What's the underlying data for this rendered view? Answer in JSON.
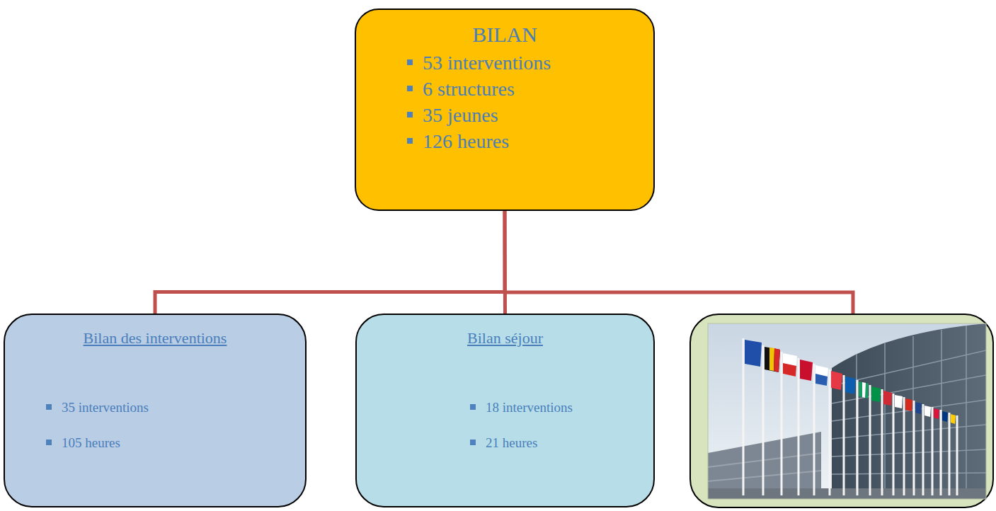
{
  "diagram": {
    "nodes": [
      {
        "text": [
          "BILAN",
          "53 interventions",
          "6 structures",
          "35 jeunes",
          "126 heures"
        ]
      },
      {
        "text": [
          "Bilan des interventions",
          "35 interventions",
          "105 heures"
        ]
      },
      {
        "text": [
          "Bilan séjour",
          "18 interventions",
          "21 heures"
        ]
      }
    ],
    "edges": [
      {
        "from": 0,
        "to": 1,
        "arrow": "none"
      },
      {
        "from": 0,
        "to": 2,
        "arrow": "none"
      }
    ]
  }
}
